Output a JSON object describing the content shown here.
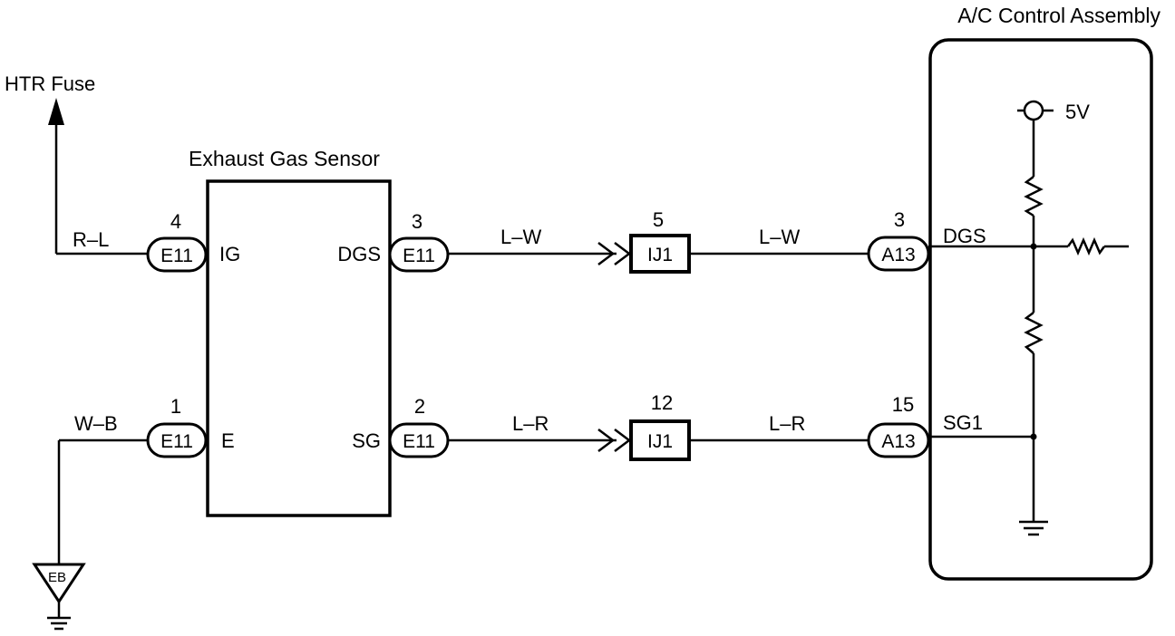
{
  "labels": {
    "htr_fuse": "HTR Fuse",
    "exhaust_gas_sensor": "Exhaust Gas Sensor",
    "ac_control_assembly": "A/C Control Assembly",
    "supply_5v": "5V",
    "ground_eb": "EB"
  },
  "sensor_terminals": {
    "ig": "IG",
    "e": "E",
    "dgs": "DGS",
    "sg": "SG"
  },
  "ac_terminals": {
    "dgs": "DGS",
    "sg1": "SG1"
  },
  "connectors": {
    "e11_pin4": {
      "name": "E11",
      "pin": "4"
    },
    "e11_pin1": {
      "name": "E11",
      "pin": "1"
    },
    "e11_pin3": {
      "name": "E11",
      "pin": "3"
    },
    "e11_pin2": {
      "name": "E11",
      "pin": "2"
    },
    "ij1_pin5": {
      "name": "IJ1",
      "pin": "5"
    },
    "ij1_pin12": {
      "name": "IJ1",
      "pin": "12"
    },
    "a13_pin3": {
      "name": "A13",
      "pin": "3"
    },
    "a13_pin15": {
      "name": "A13",
      "pin": "15"
    }
  },
  "wire_colors": {
    "htr": "R–L",
    "ground": "W–B",
    "dgs_left": "L–W",
    "dgs_right": "L–W",
    "sg_left": "L–R",
    "sg_right": "L–R"
  }
}
